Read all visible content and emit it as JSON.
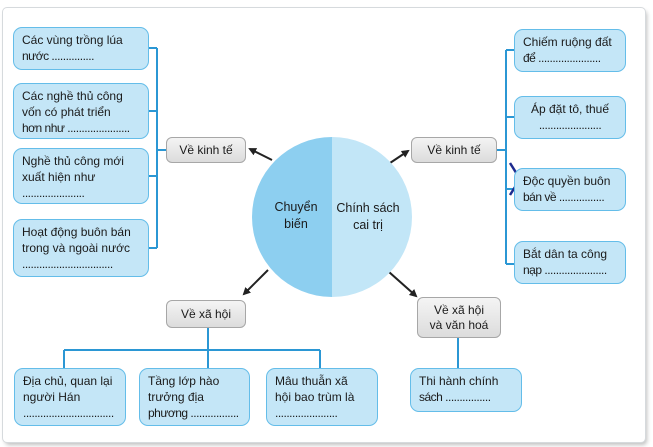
{
  "center": {
    "left_label_1": "Chuyển",
    "left_label_2": "biến",
    "right_label_1": "Chính sách",
    "right_label_2": "cai trị"
  },
  "hubs": {
    "econ_left": "Về kinh tế",
    "econ_right": "Về kinh tế",
    "social_left": "Về xã hội",
    "social_right_1": "Về xã hội",
    "social_right_2": "và văn hoá"
  },
  "left_econ_items": [
    {
      "line1": "Các vùng trồng lúa",
      "line2": "nước ..............."
    },
    {
      "line1": "Các nghề thủ công",
      "line2": "vốn có phát triển",
      "line3": "hơn như ......................"
    },
    {
      "line1": "Nghề thủ công mới",
      "line2": "xuất hiện như",
      "line3": "......................"
    },
    {
      "line1": "Hoạt động buôn bán",
      "line2": "trong và ngoài nước",
      "line3": "................................"
    }
  ],
  "right_econ_items": [
    {
      "line1": "Chiếm ruộng đất",
      "line2": "để ......................"
    },
    {
      "line1": "Áp đặt tô, thuế",
      "line2": "......................"
    },
    {
      "line1": "Độc quyền buôn",
      "line2": "bán về ................"
    },
    {
      "line1": "Bắt dân ta công",
      "line2": "nạp ......................"
    }
  ],
  "social_items": [
    {
      "line1": "Địa chủ, quan lại",
      "line2": "người Hán",
      "line3": "................................"
    },
    {
      "line1": "Tầng lớp hào",
      "line2": "trưởng địa",
      "line3": "phương ................."
    },
    {
      "line1": "Mâu thuẫn xã",
      "line2": "hội bao trùm là",
      "line3": "......................"
    }
  ],
  "culture_items": [
    {
      "line1": "Thi hành chính",
      "line2": "sách ................"
    }
  ],
  "colors": {
    "box_fill": "#c4e6f7",
    "box_border": "#64bde9",
    "connector": "#2b97d4",
    "circle_left": "#8dcff0",
    "circle_right": "#c2e6f7",
    "bracket_mark": "#1d2b8f"
  }
}
